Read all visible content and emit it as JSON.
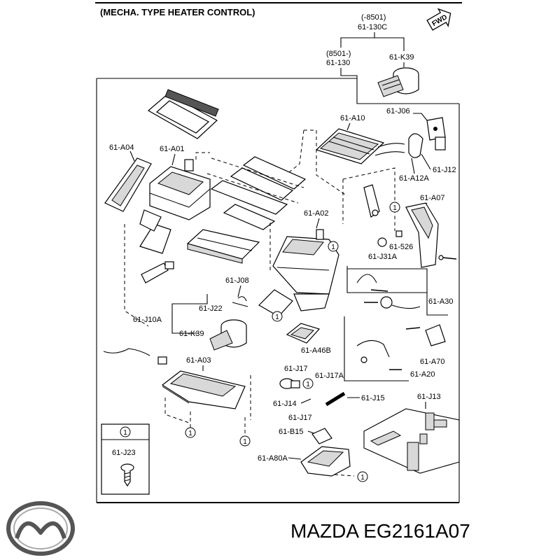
{
  "header": {
    "title": "(MECHA. TYPE HEATER CONTROL)",
    "fwd": "FWD"
  },
  "callouts": {
    "c_8501_minus": "(-8501)",
    "c_61_130C": "61-130C",
    "c_8501_plus": "(8501-)",
    "c_61_130": "61-130",
    "c_61_K39_top": "61-K39",
    "c_61_A10": "61-A10",
    "c_61_J06": "61-J06",
    "c_61_J12": "61-J12",
    "c_61_A12A": "61-A12A",
    "c_61_A04": "61-A04",
    "c_61_A01": "61-A01",
    "c_61_A07": "61-A07",
    "c_61_A02": "61-A02",
    "c_526": "61-526",
    "c_61_J31A": "61-J31A",
    "c_61_J08": "61-J08",
    "c_61_J22": "61-J22",
    "c_61_J10A": "61-J10A",
    "c_61_K39": "61-K39",
    "c_61_A30": "61-A30",
    "c_61_A46B": "61-A46B",
    "c_61_A70": "61-A70",
    "c_61_A20": "61-A20",
    "c_61_A03": "61-A03",
    "c_61_J17_a": "61-J17",
    "c_61_J17A": "61-J17A",
    "c_61_J14": "61-J14",
    "c_61_J15": "61-J15",
    "c_61_J17_b": "61-J17",
    "c_61_B15": "61-B15",
    "c_61_J13": "61-J13",
    "c_61_A80A": "61-A80A",
    "c_61_J23": "61-J23"
  },
  "circle_marker": "1",
  "footer": {
    "brand_part": "MAZDA EG2161A07"
  },
  "icons": [
    "mazda-logo-icon",
    "fwd-arrow-icon",
    "screw-icon"
  ]
}
